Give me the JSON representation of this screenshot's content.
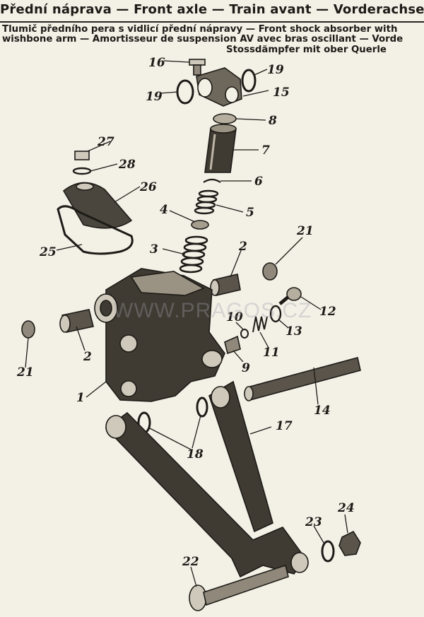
{
  "header": {
    "title": "Přední náprava — Front axle — Train avant — Vorderachse"
  },
  "subtitle": {
    "line1": "Tlumič předního pera s vidlicí přední nápravy — Front shock absorber with",
    "line2": "wishbone arm — Amortisseur de suspension AV avec bras oscillant  —   Vorde",
    "line3": "Stossdämpfer mit ober Querle"
  },
  "watermark": "WWW.PRAGOS.CZ",
  "callouts": {
    "c16": "16",
    "c19a": "19",
    "c19b": "19",
    "c15": "15",
    "c8": "8",
    "c7": "7",
    "c27": "27",
    "c28": "28",
    "c26": "26",
    "c6": "6",
    "c4": "4",
    "c5": "5",
    "c25": "25",
    "c3": "3",
    "c2a": "2",
    "c21a": "21",
    "c12": "12",
    "c10": "10",
    "c13": "13",
    "c2b": "2",
    "c21b": "21",
    "c11": "11",
    "c9": "9",
    "c1": "1",
    "c14": "14",
    "c17": "17",
    "c18": "18",
    "c24": "24",
    "c23": "23",
    "c22": "22"
  }
}
